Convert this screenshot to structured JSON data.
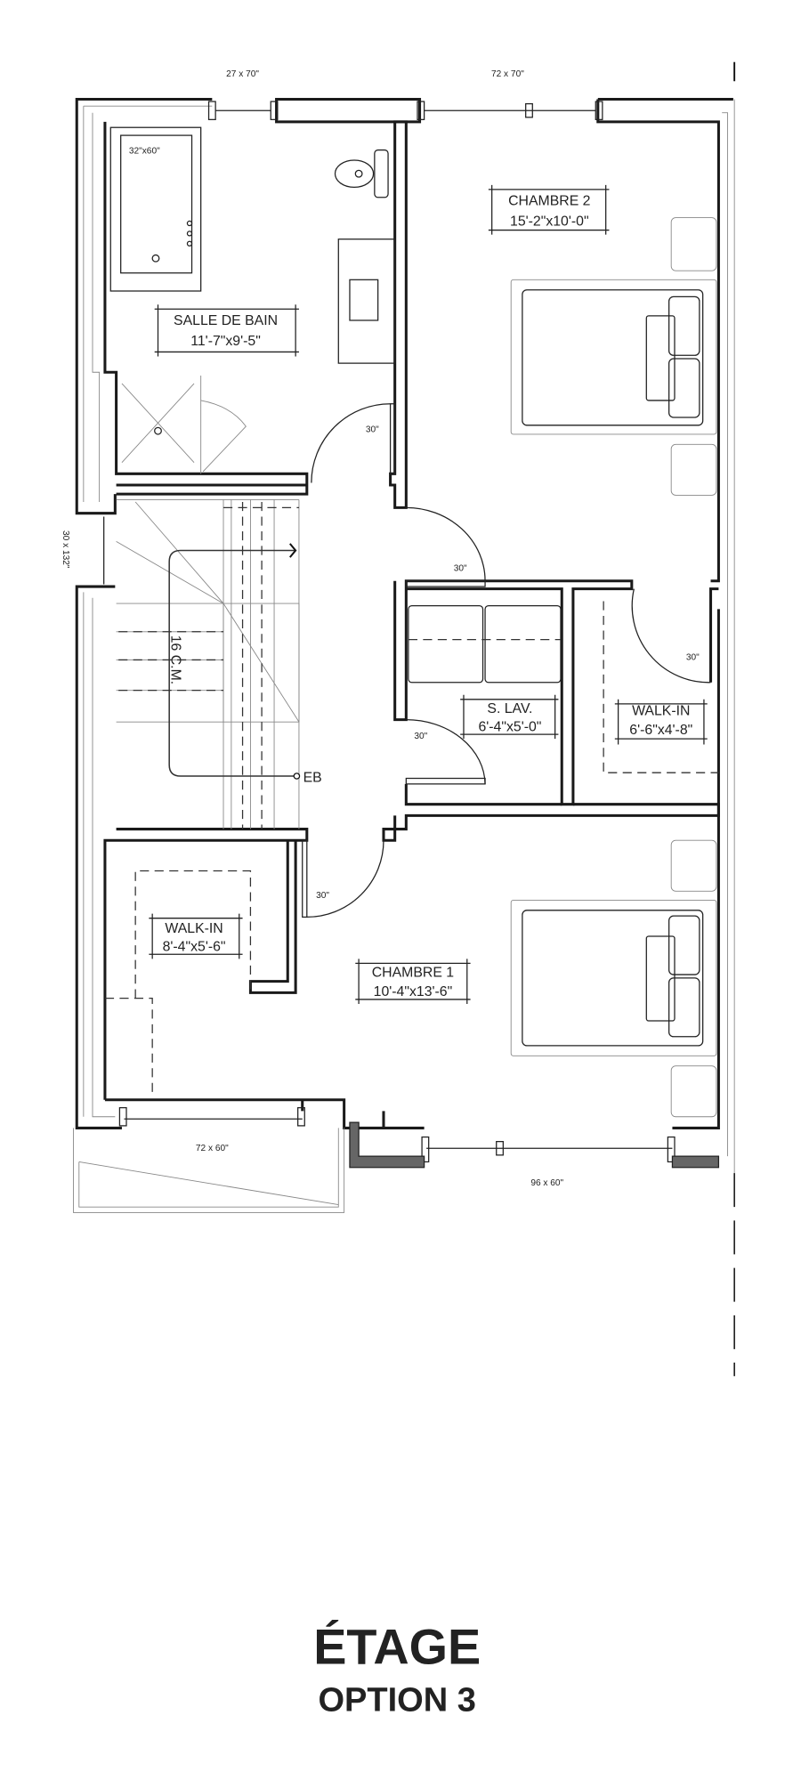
{
  "plan": {
    "windows": {
      "top_left": "27 x 70\"",
      "top_right": "72 x 70\"",
      "left": "30 x 132\"",
      "bottom_left": "72 x 60\"",
      "bottom_right": "96 x 60\""
    },
    "rooms": {
      "bathroom": {
        "name": "SALLE DE BAIN",
        "size": "11'-7\"x9'-5\""
      },
      "bedroom2": {
        "name": "CHAMBRE 2",
        "size": "15'-2\"x10'-0\""
      },
      "laundry": {
        "name": "S. LAV.",
        "size": "6'-4\"x5'-0\""
      },
      "walkin2": {
        "name": "WALK-IN",
        "size": "6'-6\"x4'-8\""
      },
      "walkin1": {
        "name": "WALK-IN",
        "size": "8'-4\"x5'-6\""
      },
      "bedroom1": {
        "name": "CHAMBRE 1",
        "size": "10'-4\"x13'-6\""
      }
    },
    "tub": "32\"x60\"",
    "doors": {
      "bath": "30\"",
      "bedroom2": "30\"",
      "walkin2": "30\"",
      "laundry": "30\"",
      "bedroom1": "30\""
    },
    "stairs": "16 C.M.",
    "stairs_end": "EB"
  },
  "title": {
    "main": "ÉTAGE",
    "sub": "OPTION 3"
  }
}
